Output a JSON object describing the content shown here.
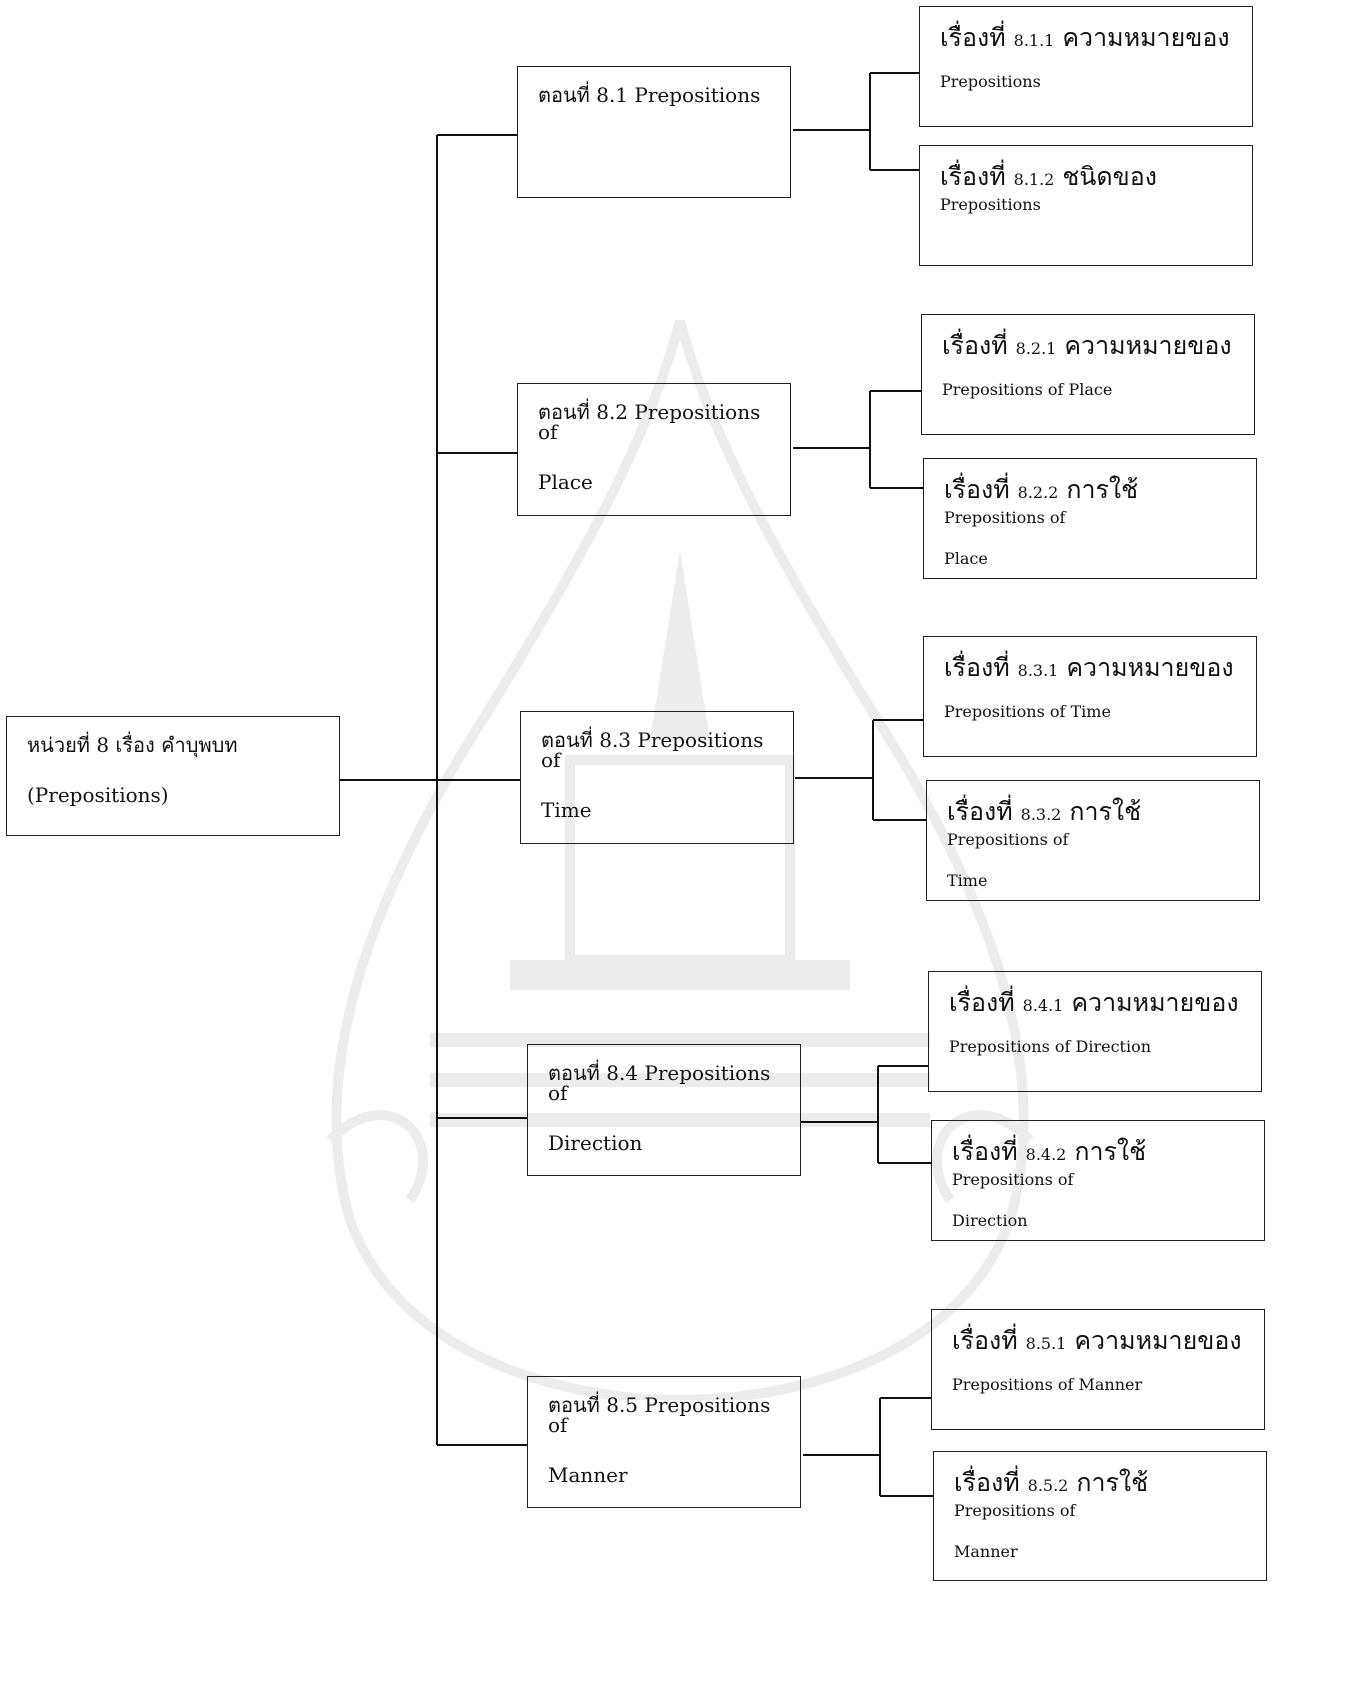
{
  "unit": {
    "line1": "หน่วยที่ 8 เรื่อง คำบุพบท",
    "line2": "(Prepositions)"
  },
  "sections": [
    {
      "line1": "ตอนที่ 8.1 Prepositions",
      "line2": "",
      "topics": [
        {
          "pre": "เรื่องที่",
          "num": "8.1.1",
          "th": "ความหมายของ",
          "en": "",
          "line2": "Prepositions"
        },
        {
          "pre": "เรื่องที่",
          "num": "8.1.2",
          "th": "ชนิดของ",
          "en": "Prepositions",
          "line2": ""
        }
      ]
    },
    {
      "line1": "ตอนที่ 8.2 Prepositions of",
      "line2": "Place",
      "topics": [
        {
          "pre": "เรื่องที่",
          "num": "8.2.1",
          "th": "ความหมายของ",
          "en": "",
          "line2": "Prepositions of Place"
        },
        {
          "pre": "เรื่องที่",
          "num": "8.2.2",
          "th": "การใช้",
          "en": "Prepositions of",
          "line2": "Place"
        }
      ]
    },
    {
      "line1": "ตอนที่ 8.3 Prepositions of",
      "line2": "Time",
      "topics": [
        {
          "pre": "เรื่องที่",
          "num": "8.3.1",
          "th": "ความหมายของ",
          "en": "",
          "line2": "Prepositions of Time"
        },
        {
          "pre": "เรื่องที่",
          "num": "8.3.2",
          "th": "การใช้",
          "en": "Prepositions of",
          "line2": "Time"
        }
      ]
    },
    {
      "line1": "ตอนที่ 8.4 Prepositions of",
      "line2": "Direction",
      "topics": [
        {
          "pre": "เรื่องที่",
          "num": "8.4.1",
          "th": "ความหมายของ",
          "en": "",
          "line2": "Prepositions of Direction"
        },
        {
          "pre": "เรื่องที่",
          "num": "8.4.2",
          "th": "การใช้",
          "en": "Prepositions of",
          "line2": "Direction"
        }
      ]
    },
    {
      "line1": "ตอนที่ 8.5 Prepositions of",
      "line2": "Manner",
      "topics": [
        {
          "pre": "เรื่องที่",
          "num": "8.5.1",
          "th": "ความหมายของ",
          "en": "",
          "line2": "Prepositions of Manner"
        },
        {
          "pre": "เรื่องที่",
          "num": "8.5.2",
          "th": "การใช้",
          "en": "Prepositions of",
          "line2": "Manner"
        }
      ]
    }
  ]
}
